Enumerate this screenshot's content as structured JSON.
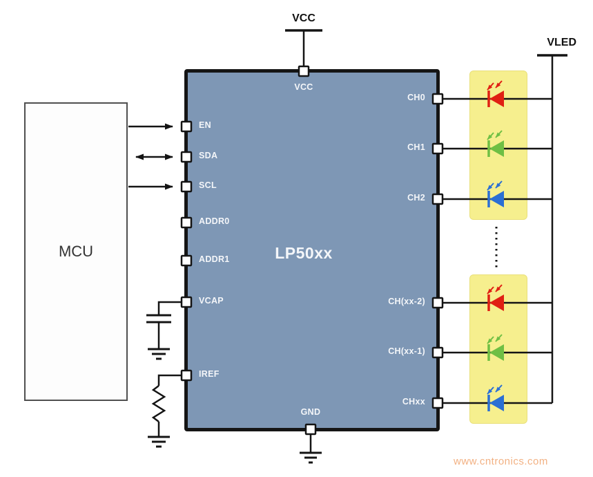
{
  "mcu": {
    "label": "MCU"
  },
  "chip": {
    "label": "LP50xx",
    "vcc_pin_label": "VCC",
    "gnd_pin_label": "GND",
    "left_pins": [
      {
        "label": "EN"
      },
      {
        "label": "SDA"
      },
      {
        "label": "SCL"
      },
      {
        "label": "ADDR0"
      },
      {
        "label": "ADDR1"
      },
      {
        "label": "VCAP"
      },
      {
        "label": "IREF"
      }
    ],
    "right_pins": [
      {
        "label": "CH0"
      },
      {
        "label": "CH1"
      },
      {
        "label": "CH2"
      },
      {
        "label": "CH(xx-2)"
      },
      {
        "label": "CH(xx-1)"
      },
      {
        "label": "CHxx"
      }
    ]
  },
  "rails": {
    "vcc_label": "VCC",
    "vled_label": "VLED"
  },
  "leds": {
    "group1": [
      "red",
      "green",
      "blue"
    ],
    "group2": [
      "red",
      "green",
      "blue"
    ]
  },
  "watermark": "www.cntronics.com",
  "colors": {
    "chip_fill": "#7E97B5",
    "chip_border": "#151515",
    "led_highlight": "#F6EF8E",
    "led_red": "#E02013",
    "led_green": "#6FBF44",
    "led_blue": "#2B6FD4",
    "wire": "#141414",
    "watermark": "#F2B183"
  }
}
